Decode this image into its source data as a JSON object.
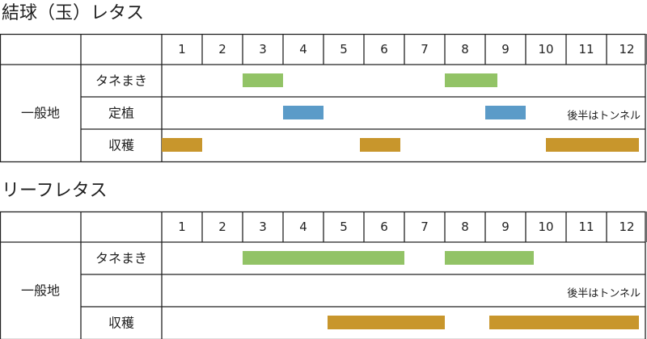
{
  "colors": {
    "sow": "#92c366",
    "transplant": "#5b9bc8",
    "harvest": "#c8962c",
    "grid": "#222222"
  },
  "month_labels": [
    "1",
    "2",
    "3",
    "4",
    "5",
    "6",
    "7",
    "8",
    "9",
    "10",
    "11",
    "12"
  ],
  "chart_data": [
    {
      "type": "table",
      "title": "結球（玉）レタス",
      "group_label": "一般地",
      "note": "後半はトンネル",
      "rows": [
        {
          "label": "タネまき",
          "color_key": "sow",
          "spans": [
            {
              "start": 3.0,
              "end": 4.0
            },
            {
              "start": 8.0,
              "end": 9.3
            }
          ]
        },
        {
          "label": "定植",
          "color_key": "transplant",
          "spans": [
            {
              "start": 4.0,
              "end": 5.0
            },
            {
              "start": 9.0,
              "end": 10.0
            }
          ]
        },
        {
          "label": "収穫",
          "color_key": "harvest",
          "spans": [
            {
              "start": 1.0,
              "end": 2.0
            },
            {
              "start": 5.9,
              "end": 6.9
            },
            {
              "start": 10.5,
              "end": 12.8
            }
          ]
        }
      ]
    },
    {
      "type": "table",
      "title": "リーフレタス",
      "group_label": "一般地",
      "note": "後半はトンネル",
      "rows": [
        {
          "label": "タネまき",
          "color_key": "sow",
          "spans": [
            {
              "start": 3.0,
              "end": 7.0
            },
            {
              "start": 8.0,
              "end": 10.2
            }
          ]
        },
        {
          "label": "",
          "color_key": "transplant",
          "spans": []
        },
        {
          "label": "収穫",
          "color_key": "harvest",
          "spans": [
            {
              "start": 5.1,
              "end": 8.0
            },
            {
              "start": 9.1,
              "end": 12.8
            }
          ]
        }
      ]
    }
  ]
}
